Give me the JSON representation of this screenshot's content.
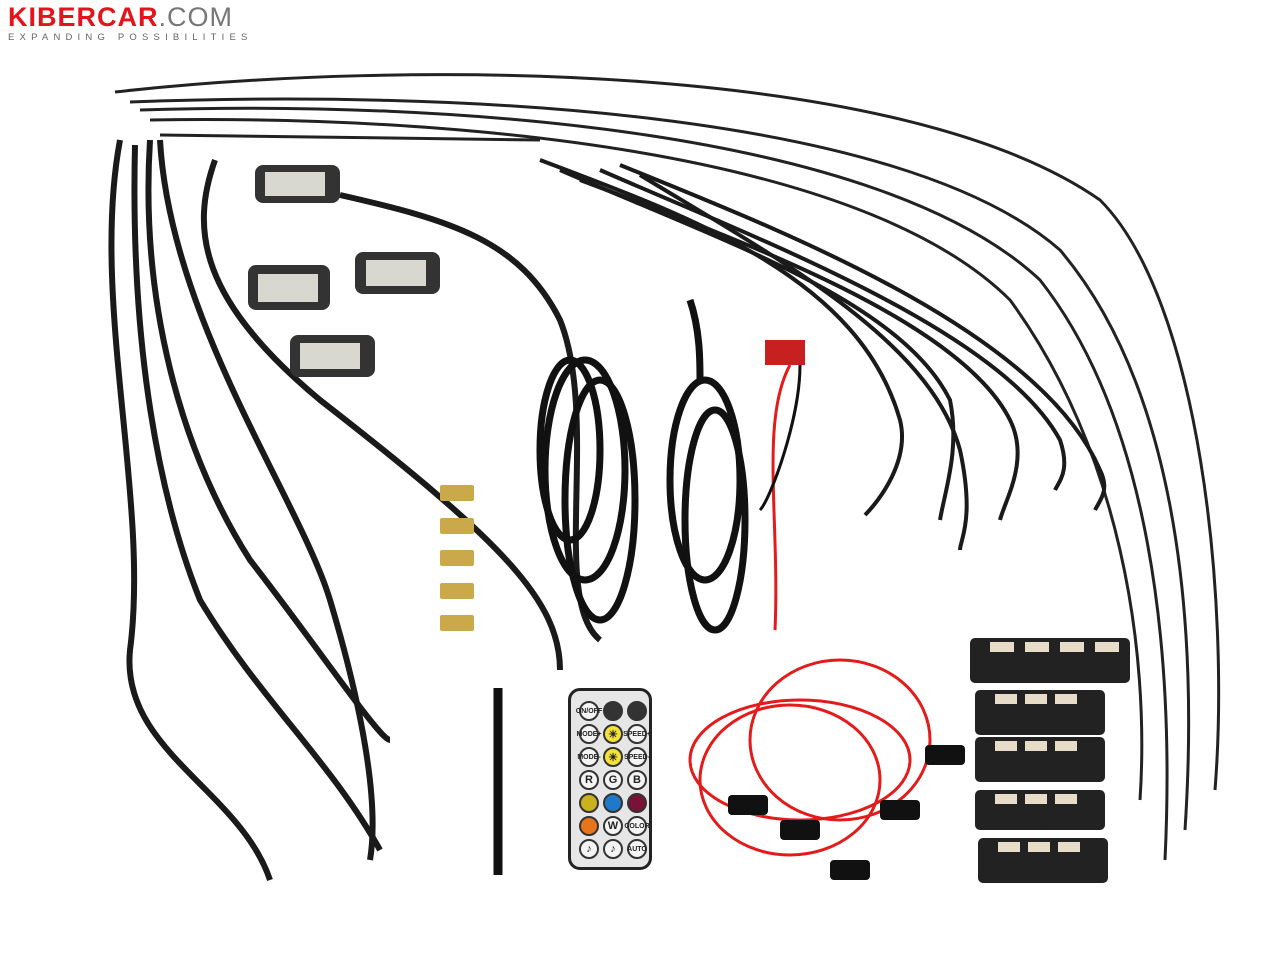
{
  "logo": {
    "brand_red": "KIBERCAR",
    "brand_grey": ".COM",
    "tagline": "EXPANDING POSSIBILITIES"
  },
  "remote": {
    "buttons": [
      {
        "label": "ON/OFF",
        "color": "#f4f4f4"
      },
      {
        "label": "",
        "color": "#333333"
      },
      {
        "label": "",
        "color": "#333333"
      },
      {
        "label": "MODE+",
        "color": "#f4f4f4"
      },
      {
        "label": "☀",
        "color": "#f3e23a"
      },
      {
        "label": "SPEED+",
        "color": "#f4f4f4"
      },
      {
        "label": "MODE-",
        "color": "#f4f4f4"
      },
      {
        "label": "☀",
        "color": "#f3e23a"
      },
      {
        "label": "SPEED-",
        "color": "#f4f4f4"
      },
      {
        "label": "R",
        "color": "#f4f4f4"
      },
      {
        "label": "G",
        "color": "#f4f4f4"
      },
      {
        "label": "B",
        "color": "#f4f4f4"
      },
      {
        "label": "",
        "color": "#c9b21b"
      },
      {
        "label": "",
        "color": "#1f78c8"
      },
      {
        "label": "",
        "color": "#7a1238"
      },
      {
        "label": "",
        "color": "#e8741c"
      },
      {
        "label": "W",
        "color": "#f4f4f4"
      },
      {
        "label": "COLOR",
        "color": "#f4f4f4"
      },
      {
        "label": "♪",
        "color": "#f4f4f4"
      },
      {
        "label": "♪",
        "color": "#f4f4f4"
      },
      {
        "label": "AUTO",
        "color": "#f4f4f4"
      }
    ]
  },
  "colors": {
    "wire": "#1a1a1a",
    "red_wire": "#e31b1b",
    "brand": "#e3141b"
  }
}
